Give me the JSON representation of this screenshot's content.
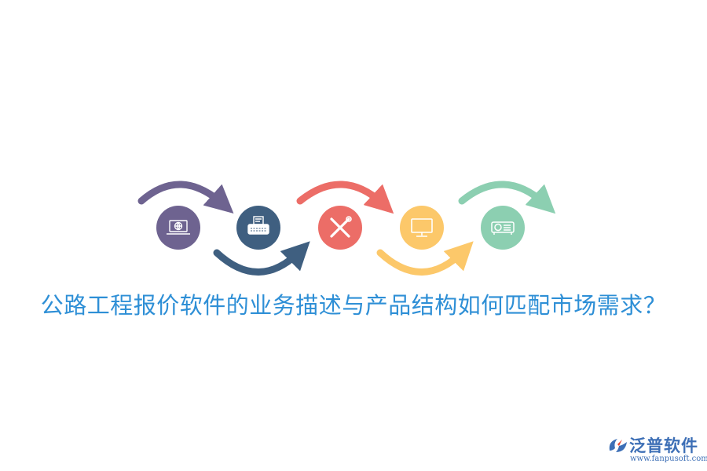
{
  "headline": "公路工程报价软件的业务描述与产品结构如何匹配市场需求？",
  "steps": [
    {
      "icon": "laptop-globe-icon",
      "color": "#6e6390"
    },
    {
      "icon": "typewriter-icon",
      "color": "#3f5f80"
    },
    {
      "icon": "tools-icon",
      "color": "#ec6d67"
    },
    {
      "icon": "monitor-icon",
      "color": "#fcc86a"
    },
    {
      "icon": "projector-icon",
      "color": "#8ccfb1"
    }
  ],
  "brand": {
    "name": "泛普软件",
    "url": "www.fanpusoft.com",
    "logo_colors": [
      "#3d6fb6",
      "#e8442f"
    ]
  }
}
